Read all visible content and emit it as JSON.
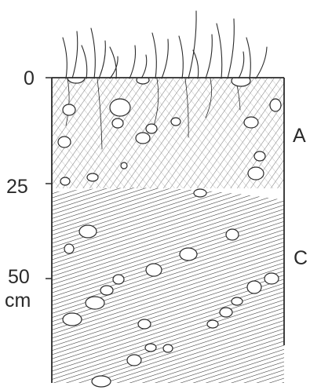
{
  "depth_scale": {
    "ticks": [
      "0",
      "25",
      "50"
    ],
    "unit": "cm"
  },
  "horizons": [
    "A",
    "C"
  ],
  "colors": {
    "ink": "#2a2a2a",
    "background": "#ffffff"
  }
}
